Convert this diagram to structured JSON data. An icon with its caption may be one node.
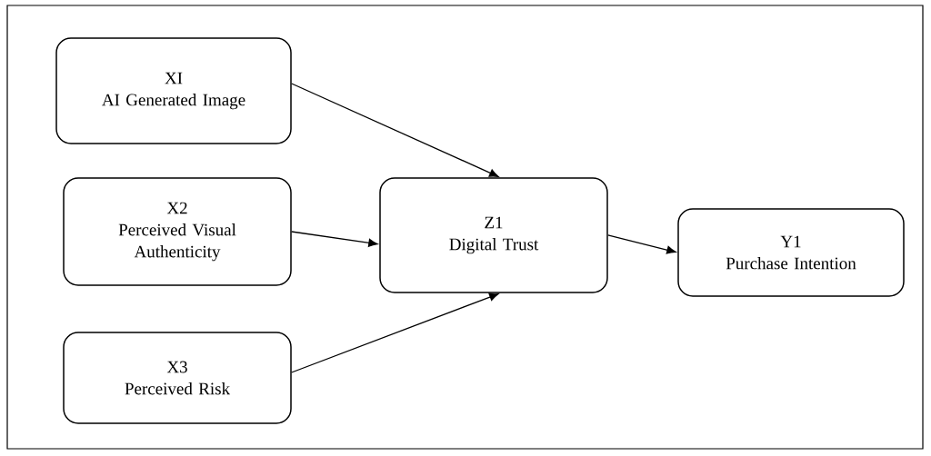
{
  "diagram": {
    "nodes": [
      {
        "text": [
          "XI",
          "AI Generated Image"
        ]
      },
      {
        "text": [
          "X2",
          "Perceived Visual Authenticity"
        ]
      },
      {
        "text": [
          "X3",
          "Perceived Risk"
        ]
      },
      {
        "text": [
          "Z1",
          "Digital Trust"
        ]
      },
      {
        "text": [
          "Y1",
          "Purchase Intention"
        ]
      }
    ],
    "edges": [
      {
        "from": 0,
        "to": 3,
        "arrow": "to"
      },
      {
        "from": 1,
        "to": 3,
        "arrow": "to"
      },
      {
        "from": 2,
        "to": 3,
        "arrow": "to"
      },
      {
        "from": 3,
        "to": 4,
        "arrow": "to"
      }
    ]
  }
}
